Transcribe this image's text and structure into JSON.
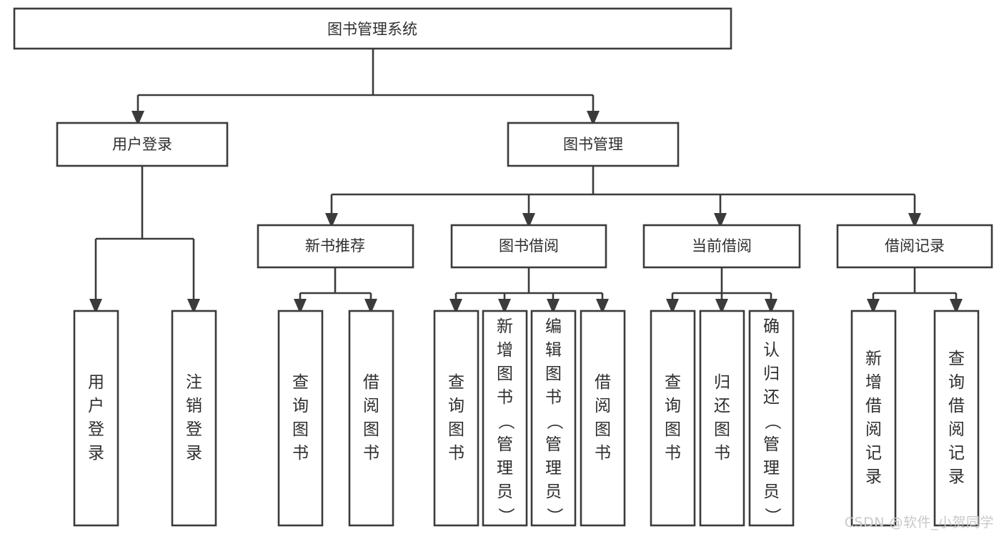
{
  "diagram": {
    "type": "tree-flowchart",
    "title": "图书管理系统",
    "background_color": "#ffffff",
    "line_color": "#3b3b3b",
    "box_fill": "#ffffff",
    "text_color": "#2e2e2e",
    "levels": [
      {
        "level": 1,
        "nodes": [
          {
            "id": "root",
            "label": "图书管理系统",
            "orientation": "horizontal"
          }
        ]
      },
      {
        "level": 2,
        "nodes": [
          {
            "id": "login",
            "label": "用户登录",
            "orientation": "horizontal",
            "parent": "root"
          },
          {
            "id": "bookmgmt",
            "label": "图书管理",
            "orientation": "horizontal",
            "parent": "root"
          }
        ]
      },
      {
        "level": 3,
        "nodes": [
          {
            "id": "newbook",
            "label": "新书推荐",
            "orientation": "horizontal",
            "parent": "bookmgmt"
          },
          {
            "id": "borrow",
            "label": "图书借阅",
            "orientation": "horizontal",
            "parent": "bookmgmt"
          },
          {
            "id": "current",
            "label": "当前借阅",
            "orientation": "horizontal",
            "parent": "bookmgmt"
          },
          {
            "id": "record",
            "label": "借阅记录",
            "orientation": "horizontal",
            "parent": "bookmgmt"
          }
        ]
      },
      {
        "level": 4,
        "nodes": [
          {
            "id": "leaf-1",
            "label": "用户登录",
            "orientation": "vertical",
            "parent": "login"
          },
          {
            "id": "leaf-2",
            "label": "注销登录",
            "orientation": "vertical",
            "parent": "login"
          },
          {
            "id": "leaf-3",
            "label": "查询图书",
            "orientation": "vertical",
            "parent": "newbook"
          },
          {
            "id": "leaf-4",
            "label": "借阅图书",
            "orientation": "vertical",
            "parent": "newbook"
          },
          {
            "id": "leaf-5",
            "label": "查询图书",
            "orientation": "vertical",
            "parent": "borrow"
          },
          {
            "id": "leaf-6",
            "label": "新增图书（管理员）",
            "orientation": "vertical",
            "parent": "borrow"
          },
          {
            "id": "leaf-7",
            "label": "编辑图书（管理员）",
            "orientation": "vertical",
            "parent": "borrow"
          },
          {
            "id": "leaf-8",
            "label": "借阅图书",
            "orientation": "vertical",
            "parent": "borrow"
          },
          {
            "id": "leaf-9",
            "label": "查询图书",
            "orientation": "vertical",
            "parent": "current"
          },
          {
            "id": "leaf-10",
            "label": "归还图书",
            "orientation": "vertical",
            "parent": "current"
          },
          {
            "id": "leaf-11",
            "label": "确认归还（管理员）",
            "orientation": "vertical",
            "parent": "current"
          },
          {
            "id": "leaf-12",
            "label": "新增借阅记录",
            "orientation": "vertical",
            "parent": "record"
          },
          {
            "id": "leaf-13",
            "label": "查询借阅记录",
            "orientation": "vertical",
            "parent": "record"
          }
        ]
      }
    ]
  },
  "watermark": {
    "text": "CSDN @软件_小贺同学"
  }
}
